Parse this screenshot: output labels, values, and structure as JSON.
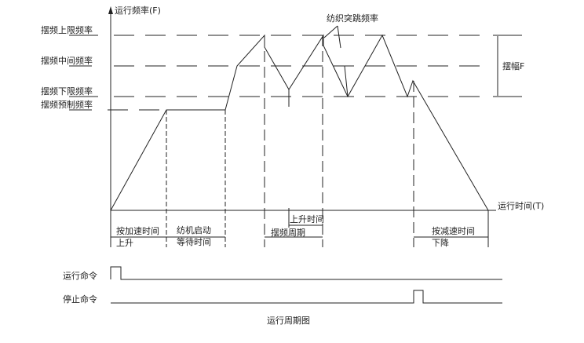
{
  "y_axis_label": "运行频率(F)",
  "x_axis_label": "运行时间(T)",
  "levels": {
    "upper": "摆频上限频率",
    "middle": "摆频中间频率",
    "lower": "摆频下限频率",
    "preset": "摆频预制频率"
  },
  "amplitude_label": "摆幅F",
  "jump_label": "纺织突跳频率",
  "rise_time_label": "上升时间",
  "segments": {
    "accel_1": "按加速时间",
    "accel_2": "上升",
    "wait_1": "纺机启动",
    "wait_2": "等待时间",
    "period": "摆频周期",
    "decel_1": "按减速时间",
    "decel_2": "下降"
  },
  "signals": {
    "run": "运行命令",
    "stop": "停止命令"
  },
  "caption": "运行周期图"
}
